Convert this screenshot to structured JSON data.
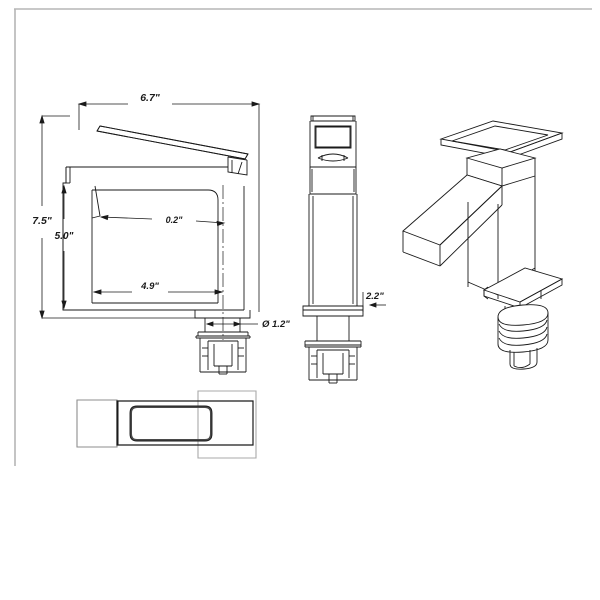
{
  "document": {
    "type": "technical-drawing",
    "subject": "Single-hole bathroom faucet",
    "background_color": "#ffffff",
    "line_color": "#1a1a1a",
    "frame_color": "#b5b5b5"
  },
  "views": {
    "side": {
      "name": "Side elevation view",
      "position": "top-left"
    },
    "front": {
      "name": "Front elevation view",
      "position": "top-center"
    },
    "isometric": {
      "name": "Isometric perspective view",
      "position": "top-right"
    },
    "top": {
      "name": "Top plan view",
      "position": "bottom-left"
    }
  },
  "dimensions": {
    "overall_width": "6.7\"",
    "overall_height": "7.5\"",
    "spout_height": "5.0\"",
    "aerator_thickness": "0.2\"",
    "spout_reach": "4.9\"",
    "mount_hole_diameter": "Ø 1.2\"",
    "body_depth": "2.2\""
  }
}
